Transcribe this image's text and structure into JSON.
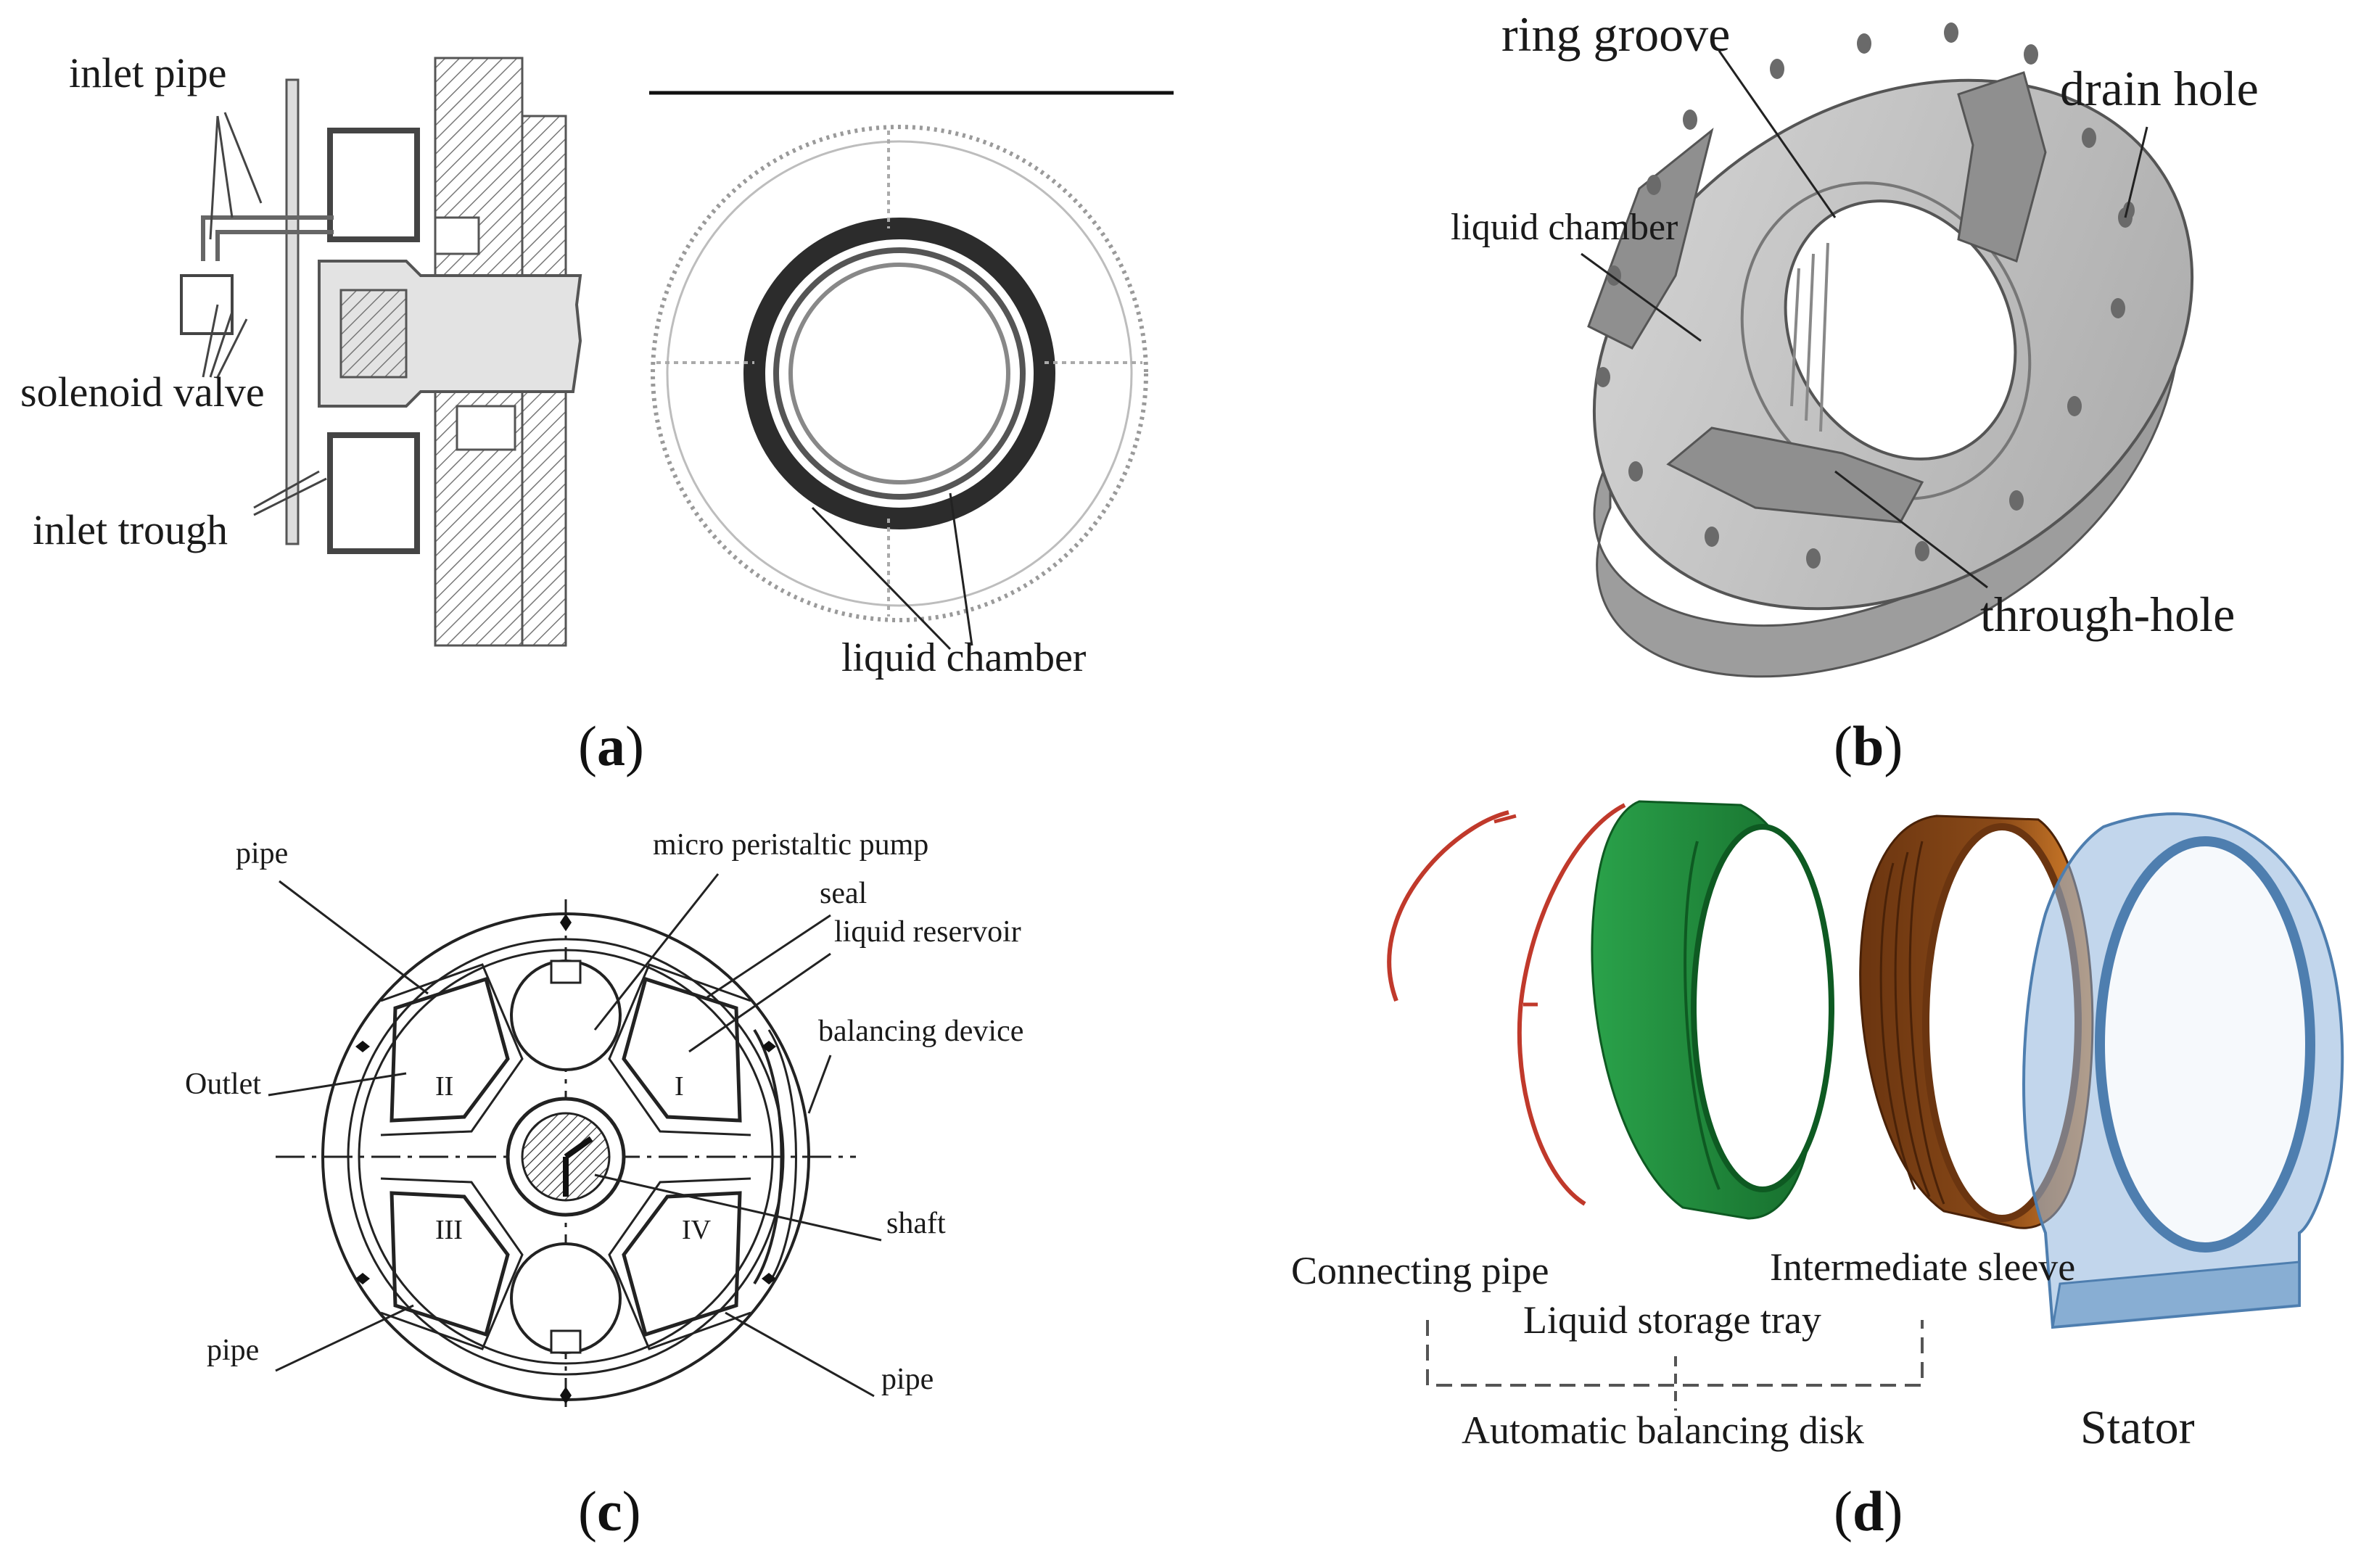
{
  "panels": {
    "a": {
      "caption_open": "(",
      "caption_letter": "a",
      "caption_close": ")",
      "labels": {
        "inlet_pipe": "inlet pipe",
        "solenoid_valve": "solenoid valve",
        "inlet_trough": "inlet trough",
        "liquid_chamber": "liquid chamber"
      }
    },
    "b": {
      "caption_open": "(",
      "caption_letter": "b",
      "caption_close": ")",
      "labels": {
        "ring_groove": "ring groove",
        "drain_hole": "drain hole",
        "liquid_chamber": "liquid chamber",
        "through_hole": "through-hole"
      }
    },
    "c": {
      "caption_open": "(",
      "caption_letter": "c",
      "caption_close": ")",
      "labels": {
        "pipe_top": "pipe",
        "micro_pump": "micro peristaltic pump",
        "seal": "seal",
        "liquid_reservoir": "liquid reservoir",
        "balancing_device": "balancing device",
        "outlet": "Outlet",
        "shaft": "shaft",
        "pipe_bottom_left": "pipe",
        "pipe_bottom_right": "pipe",
        "roman_1": "I",
        "roman_2": "II",
        "roman_3": "III",
        "roman_4": "IV"
      }
    },
    "d": {
      "caption_open": "(",
      "caption_letter": "d",
      "caption_close": ")",
      "labels": {
        "connecting_pipe": "Connecting pipe",
        "intermediate_sleeve": "Intermediate sleeve",
        "liquid_storage_tray": "Liquid storage tray",
        "automatic_balancing_disk": "Automatic balancing disk",
        "stator": "Stator"
      }
    }
  },
  "colors": {
    "green_tray": "#1f8a3a",
    "brown_sleeve": "#7a3f14",
    "blue_stator": "#6f9cc9",
    "red_pipe": "#c0392b",
    "gray_part": "#c9c9c9"
  }
}
